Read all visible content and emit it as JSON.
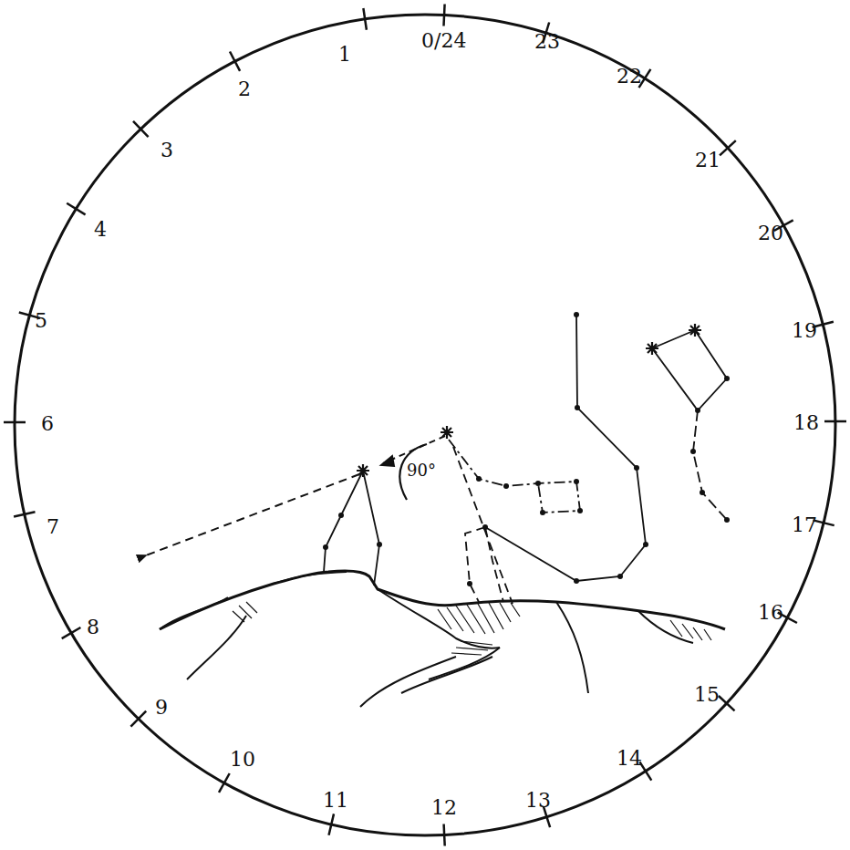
{
  "diagram": {
    "labels": [
      "0/24",
      "1",
      "2",
      "3",
      "4",
      "5",
      "6",
      "7",
      "8",
      "9",
      "10",
      "11",
      "12",
      "13",
      "14",
      "15",
      "16",
      "17",
      "18",
      "19",
      "20",
      "21",
      "22",
      "23",
      "90°"
    ]
  }
}
